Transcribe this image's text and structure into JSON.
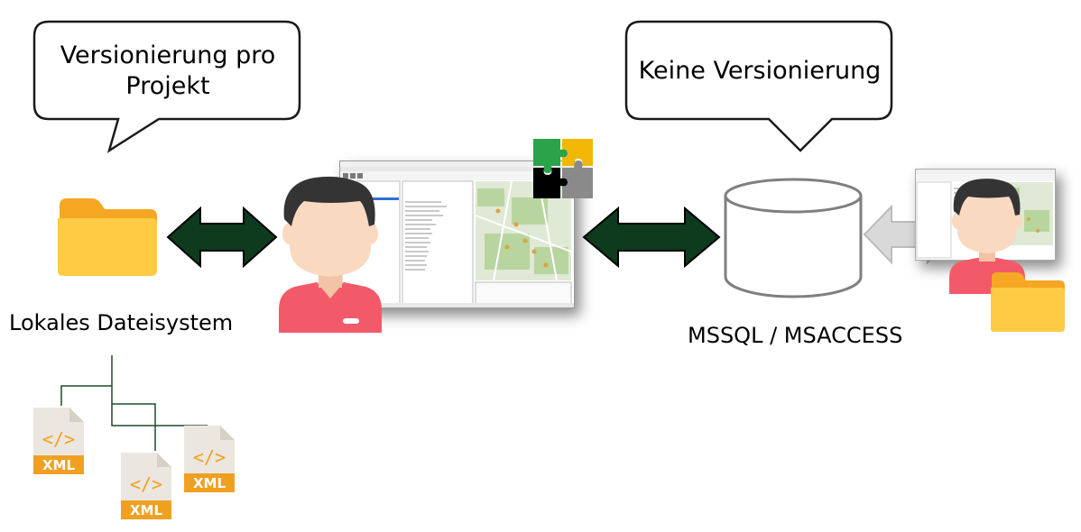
{
  "bubbles": {
    "left": {
      "line1": "Versionierung pro",
      "line2": "Projekt"
    },
    "right": {
      "text": "Keine Versionierung"
    }
  },
  "labels": {
    "filesystem": "Lokales Dateisystem",
    "database": "MSSQL / MSACCESS"
  },
  "xml_files": [
    {
      "label": "XML"
    },
    {
      "label": "XML"
    },
    {
      "label": "XML"
    }
  ],
  "colors": {
    "folder": "#FFCB45",
    "folder_tab": "#F5A623",
    "arrow_dark": "#0E3A1E",
    "arrow_light": "#D9D9D9",
    "avatar_shirt": "#F25A6A",
    "avatar_hair": "#343434",
    "avatar_skin": "#FAD9C1",
    "xml_orange": "#F0A020",
    "xml_paper": "#EBE7E0",
    "tree_line": "#1F4D2B"
  },
  "icons": [
    "folder-icon",
    "user-avatar-icon",
    "database-cylinder-icon",
    "puzzle-icon",
    "double-arrow-icon",
    "xml-file-icon",
    "software-screenshot"
  ]
}
